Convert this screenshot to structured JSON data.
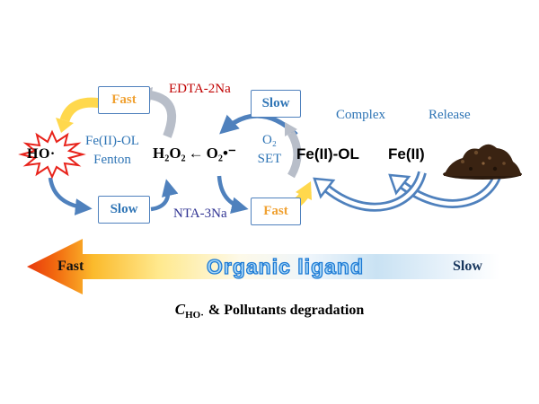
{
  "colors": {
    "accent_blue": "#2e74b5",
    "arrow_blue": "#4f81bd",
    "arrow_yellow": "#ffd84d",
    "arrow_gray": "#b8bec9",
    "fast_orange": "#f0a132",
    "edta_red": "#c00000",
    "nta_blue": "#2e3192",
    "slow_navy": "#17365d",
    "ligand_outline_blue": "#1d7ad4",
    "soil_brown": "#3a2312",
    "star_red": "#e8221a",
    "axis_gradient_left": "#e8380d",
    "axis_gradient_right": "#cfe4f4"
  },
  "scheme": {
    "star": "HO·",
    "fenton_line1": "Fe(II)-OL",
    "fenton_line2": "Fenton",
    "box_fast_top": "Fast",
    "box_slow_top": "Slow",
    "box_slow_bottom": "Slow",
    "box_fast_bottom": "Fast",
    "edta": "EDTA-2Na",
    "nta": "NTA-3Na",
    "h2o2": "H₂O₂",
    "left_arrow": "←",
    "superoxide": "O₂•⁻",
    "o2": "O₂",
    "set": "SET",
    "fe_ol": "Fe(II)-OL",
    "fe": "Fe(II)",
    "complex": "Complex",
    "release": "Release"
  },
  "axis": {
    "fast": "Fast",
    "ligand": "Organic ligand",
    "slow": "Slow"
  },
  "caption": {
    "c": "C",
    "sub": "HO·",
    "rest": "& Pollutants degradation"
  }
}
